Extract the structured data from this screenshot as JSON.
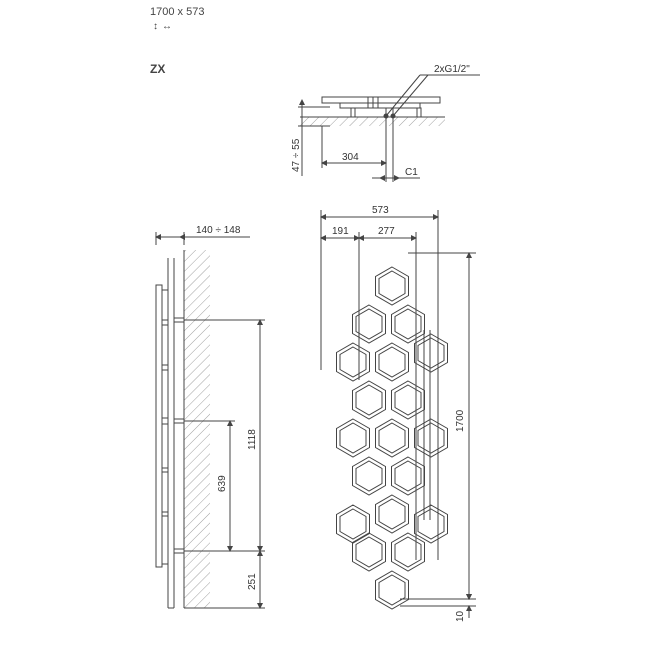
{
  "header": {
    "size_text": "1700 x 573",
    "height_arrow": "↕",
    "width_arrow": "↔",
    "model_code": "ZX"
  },
  "top_view": {
    "connection_label": "2xG1/2\"",
    "depth_label": "47 ÷ 55",
    "spacing_label": "304",
    "c_label": "C1"
  },
  "side_view": {
    "depth_label": "140 ÷ 148",
    "mount_spacing_label": "1118",
    "mount_spacing2_label": "639",
    "bottom_label": "251"
  },
  "front_view": {
    "width_label": "573",
    "left_offset_label": "191",
    "spacing_label": "277",
    "height_label": "1700",
    "floor_label": "10"
  },
  "colors": {
    "line": "#444444",
    "hatch": "#888888"
  }
}
